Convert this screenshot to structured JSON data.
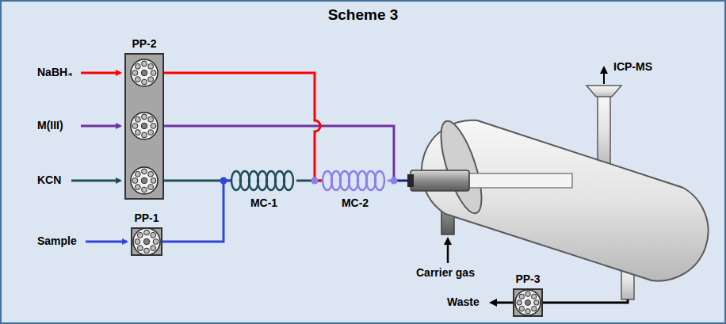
{
  "diagram": {
    "title": "Scheme 3",
    "nodes": [
      {
        "text": [
          "PP-2"
        ]
      },
      {
        "text": [
          "MC-1"
        ]
      },
      {
        "text": [
          "MC-2"
        ]
      },
      {
        "text": [
          "PP-1"
        ]
      },
      {
        "text": [
          "PP-3"
        ]
      }
    ],
    "edges": [
      {
        "from": 0,
        "to": 1,
        "arrow": "none"
      },
      {
        "from": 3,
        "to": 1,
        "arrow": "none"
      },
      {
        "from": 1,
        "to": 2,
        "arrow": "none"
      },
      {
        "from": 0,
        "to": 2,
        "arrow": "none"
      }
    ],
    "labels": [
      "NaBH₄",
      "M(III)",
      "KCN",
      "Sample",
      "Carrier gas",
      "ICP-MS",
      "Waste"
    ]
  }
}
